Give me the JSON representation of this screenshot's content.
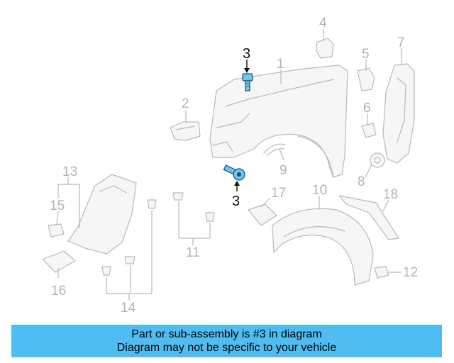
{
  "diagram": {
    "callouts": {
      "c1": "1",
      "c2": "2",
      "c3_top": "3",
      "c3_bottom": "3",
      "c4": "4",
      "c5": "5",
      "c6": "6",
      "c7": "7",
      "c8": "8",
      "c9": "9",
      "c10": "10",
      "c11": "11",
      "c12": "12",
      "c13": "13",
      "c14": "14",
      "c15": "15",
      "c16": "16",
      "c17": "17",
      "c18": "18"
    },
    "highlight_color": "#6cc6ea",
    "callout_color": "#b4b4b4"
  },
  "banner": {
    "line1": "Part or sub-assembly is #3 in diagram",
    "line2": "Diagram may not be specific to your vehicle",
    "background": "#4fbdf1"
  }
}
